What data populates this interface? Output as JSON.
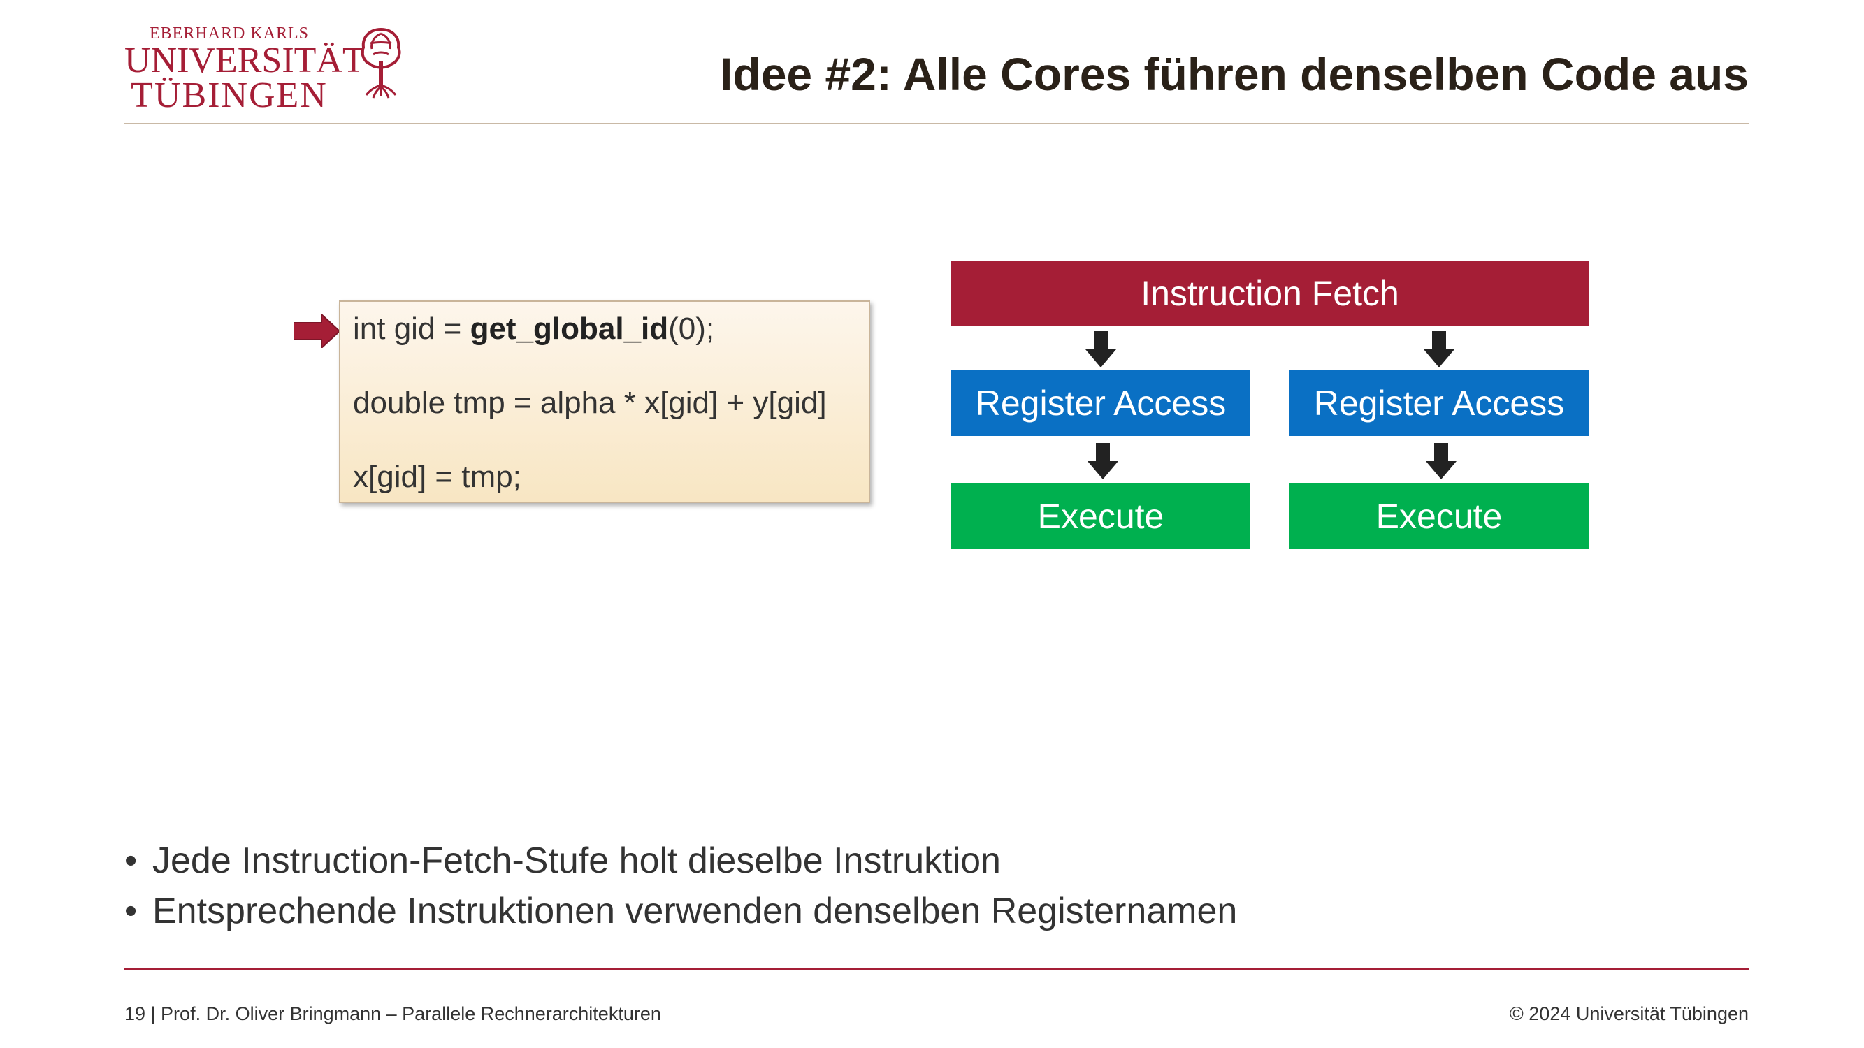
{
  "logo": {
    "line1": "EBERHARD KARLS",
    "line2": "UNIVERSITÄT",
    "line3": "TÜBINGEN"
  },
  "title": "Idee #2: Alle Cores führen denselben Code aus",
  "code": {
    "line1_prefix": "int gid = ",
    "line1_bold": "get_global_id",
    "line1_suffix": "(0);",
    "line2": "double tmp = alpha * x[gid] + y[gid]",
    "line3": "x[gid] = tmp;"
  },
  "pipeline": {
    "fetch": "Instruction Fetch",
    "register_left": "Register Access",
    "register_right": "Register Access",
    "execute_left": "Execute",
    "execute_right": "Execute"
  },
  "bullets": [
    "Jede Instruction-Fetch-Stufe holt dieselbe Instruktion",
    "Entsprechende Instruktionen verwenden denselben Registernamen"
  ],
  "bullet_symbol": "•",
  "footer": {
    "left": "19 | Prof. Dr. Oliver Bringmann – Parallele Rechnerarchitekturen",
    "right": "© 2024 Universität Tübingen"
  },
  "colors": {
    "university_red": "#a51e36",
    "register_blue": "#0a70c4",
    "execute_green": "#00b04f",
    "title_dark": "#2a2118"
  }
}
